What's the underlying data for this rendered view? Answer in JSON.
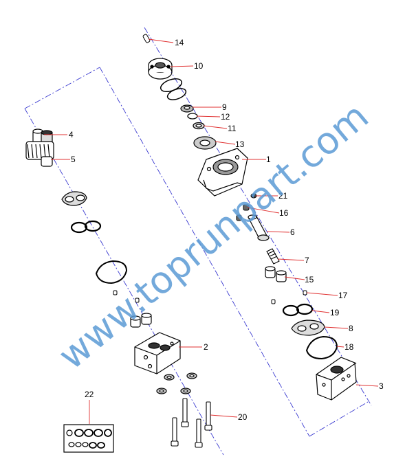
{
  "watermark": "www.toprunpart.com",
  "labels": {
    "p1": "1",
    "p2": "2",
    "p3": "3",
    "p4": "4",
    "p5": "5",
    "p6": "6",
    "p7": "7",
    "p8": "8",
    "p9": "9",
    "p10": "10",
    "p11": "11",
    "p12": "12",
    "p13": "13",
    "p14": "14",
    "p15": "15",
    "p16": "16",
    "p17": "17",
    "p18": "18",
    "p19": "19",
    "p20": "20",
    "p21": "21",
    "p22": "22"
  },
  "colors": {
    "leader": "#e03030",
    "centerline": "#3a3ad0",
    "outline": "#000000",
    "watermark": "#5b9bd5"
  }
}
